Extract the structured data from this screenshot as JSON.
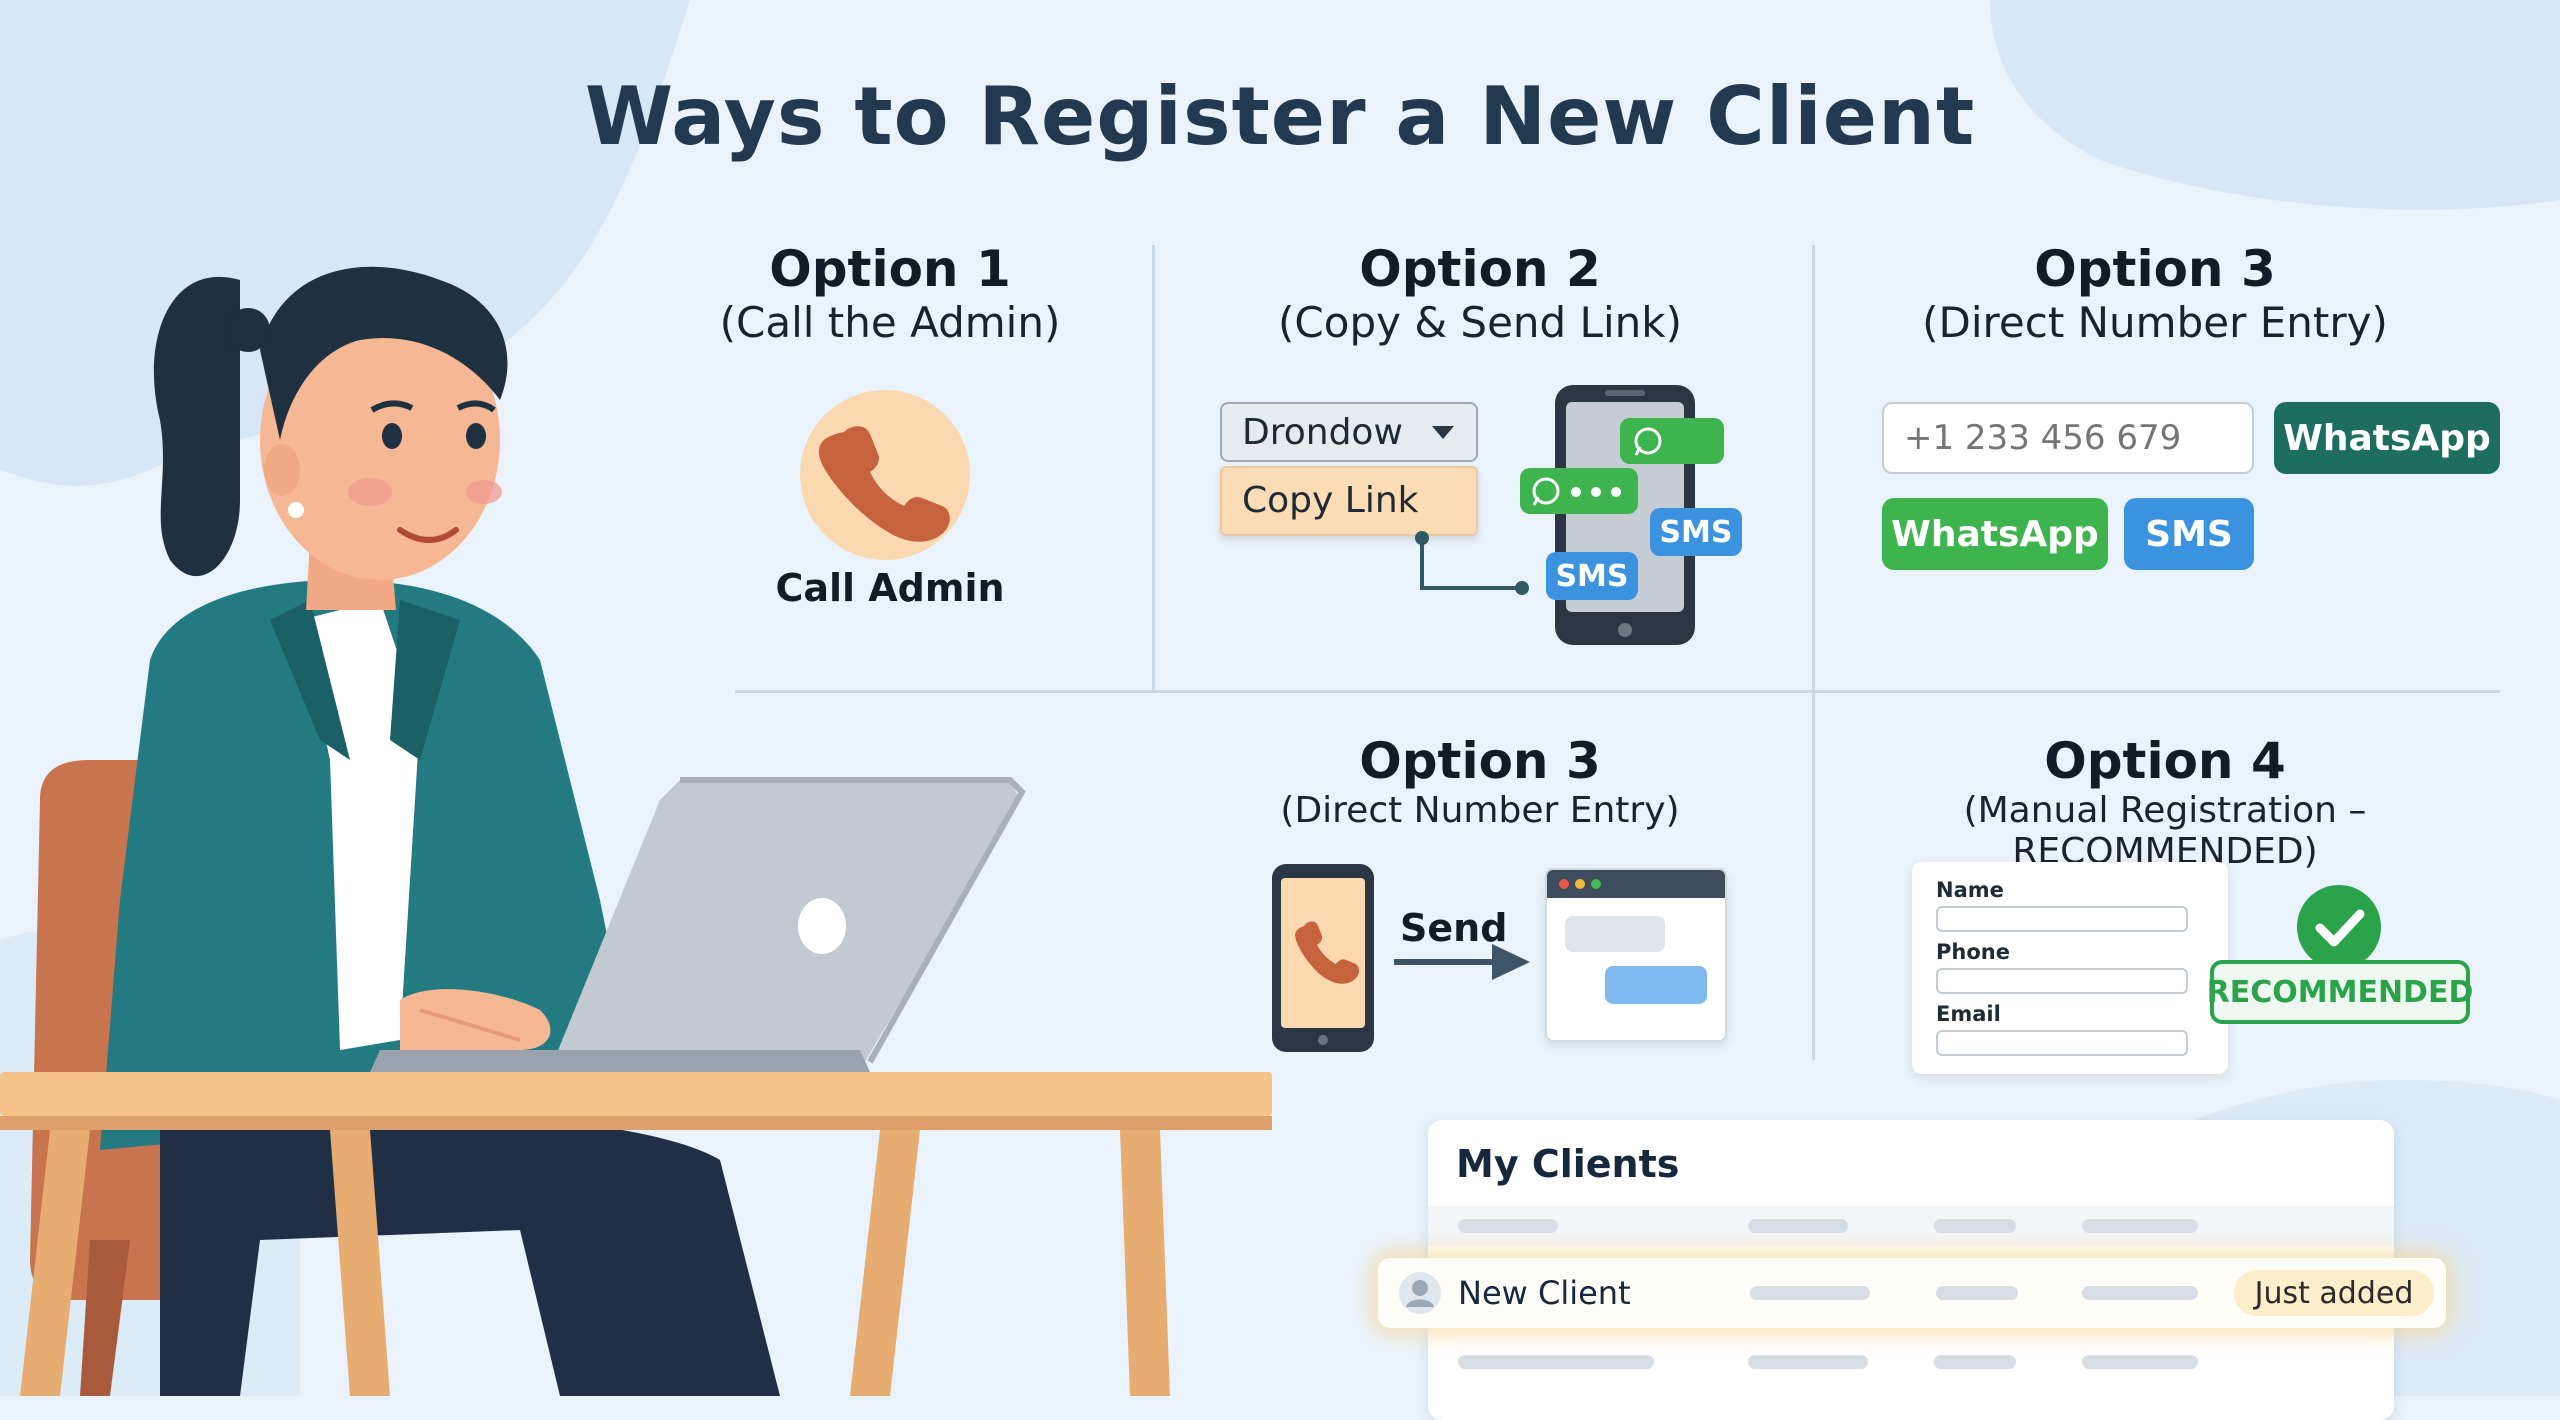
{
  "title": "Ways to Register a New Client",
  "options": {
    "opt1": {
      "heading": "Option 1",
      "subtitle": "(Call the Admin)",
      "label": "Call Admin"
    },
    "opt2": {
      "heading": "Option 2",
      "subtitle": "(Copy & Send Link)",
      "dropdown": "Drondow",
      "menu_item": "Copy Link",
      "sms_a": "SMS",
      "sms_b": "SMS"
    },
    "opt3": {
      "heading": "Option 3",
      "subtitle": "(Direct Number Entry)",
      "phone_placeholder": "+1 233 456 679",
      "whatsapp_dark": "WhatsApp",
      "whatsapp_green": "WhatsApp",
      "sms": "SMS"
    },
    "opt3b": {
      "heading": "Option 3",
      "subtitle": "(Direct Number Entry)",
      "send": "Send"
    },
    "opt4": {
      "heading": "Option 4",
      "subtitle": "(Manual Registration – RECOMMENDED)",
      "name": "Name",
      "phone": "Phone",
      "email": "Email",
      "badge": "RECOMMENDED"
    }
  },
  "clients": {
    "title": "My Clients",
    "row_name": "New Client",
    "row_badge": "Just added"
  },
  "colors": {
    "title": "#22394f",
    "whatsapp_dark": "#1d6e5f",
    "whatsapp_green": "#3db44e",
    "sms_blue": "#3b93e0",
    "recommended": "#2aa34a",
    "highlight": "#fdeecb"
  }
}
